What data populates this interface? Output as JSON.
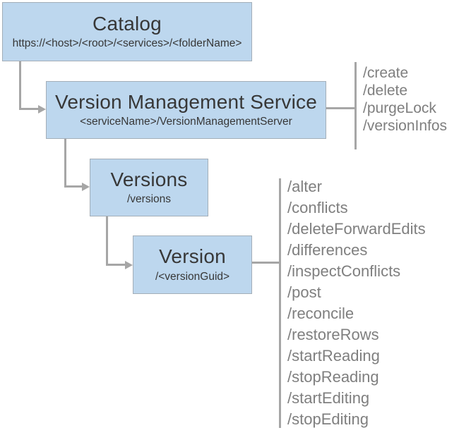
{
  "colors": {
    "node_fill": "#bdd7ee",
    "node_border": "#a3aeb8",
    "connector": "#a6a6a6",
    "title_text": "#373737",
    "ops_text": "#7f7f7f",
    "canvas_bg": "#ffffff"
  },
  "nodes": {
    "catalog": {
      "title": "Catalog",
      "subtitle": "https://<host>/<root>/<services>/<folderName>"
    },
    "vms": {
      "title": "Version Management Service",
      "subtitle": "<serviceName>/VersionManagementServer"
    },
    "versions": {
      "title": "Versions",
      "subtitle": "/versions"
    },
    "version": {
      "title": "Version",
      "subtitle": "/<versionGuid>"
    }
  },
  "operations": {
    "vms": [
      "/create",
      "/delete",
      "/purgeLock",
      "/versionInfos"
    ],
    "version": [
      "/alter",
      "/conflicts",
      "/deleteForwardEdits",
      "/differences",
      "/inspectConflicts",
      "/post",
      "/reconcile",
      "/restoreRows",
      "/startReading",
      "/stopReading",
      "/startEditing",
      "/stopEditing"
    ]
  }
}
